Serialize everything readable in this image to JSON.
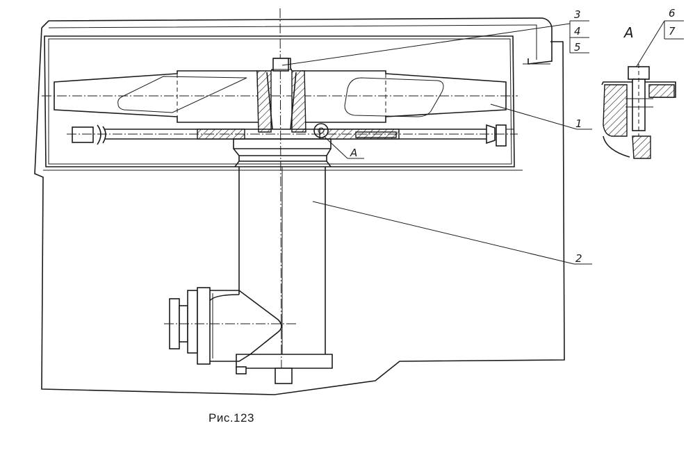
{
  "figure": {
    "caption": "Рис.123",
    "view_label": "A",
    "section_marker": "A",
    "callouts": [
      {
        "id": "1",
        "text": "1"
      },
      {
        "id": "2",
        "text": "2"
      },
      {
        "id": "3",
        "text": "3"
      },
      {
        "id": "4",
        "text": "4"
      },
      {
        "id": "5",
        "text": "5"
      },
      {
        "id": "6",
        "text": "6"
      },
      {
        "id": "7",
        "text": "7"
      }
    ]
  }
}
